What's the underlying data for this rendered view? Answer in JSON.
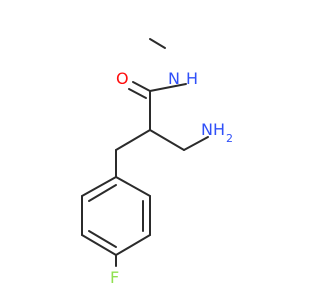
{
  "molecule": {
    "atoms": {
      "carbonyl_oxygen": {
        "text": "O",
        "color": "#ff0d0d"
      },
      "amide_nitrogen": {
        "text": "N",
        "color": "#3050f8"
      },
      "amide_hydrogen": {
        "text": "H",
        "color": "#3050f8"
      },
      "amine_group": {
        "text": "NH",
        "color": "#3050f8"
      },
      "amine_subscript": {
        "text": "2",
        "color": "#3050f8"
      },
      "fluorine": {
        "text": "F",
        "color": "#90e050"
      }
    },
    "bond_color": "#2b2b2b"
  }
}
